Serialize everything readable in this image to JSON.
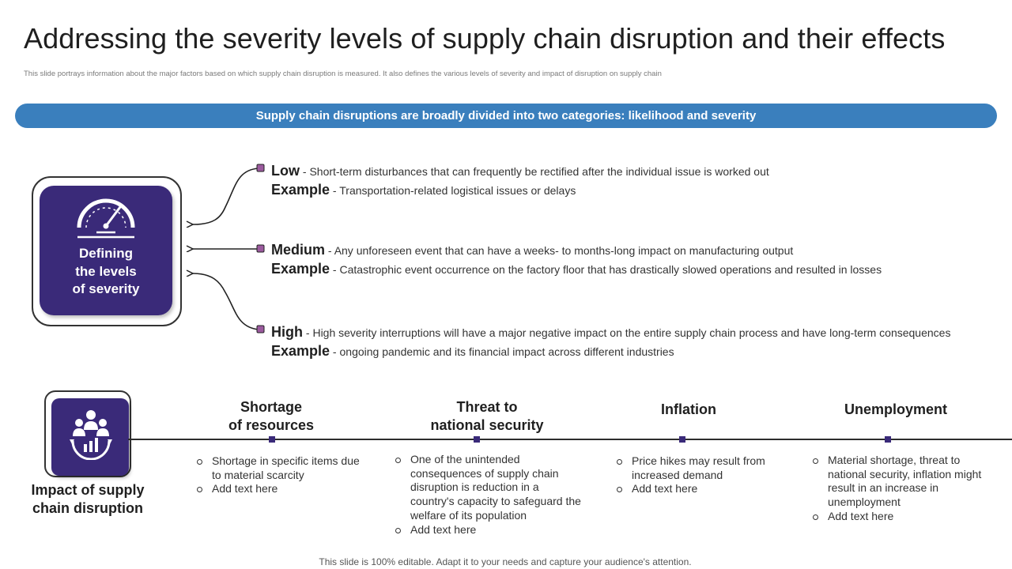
{
  "title": "Addressing the severity levels of supply chain disruption and their effects",
  "subtitle": "This slide portrays information about the major factors based on which supply chain disruption is measured. It also defines the various levels of severity and impact of disruption on supply chain",
  "banner": "Supply chain disruptions are broadly divided into two categories: likelihood and severity",
  "severity": {
    "label_lines": [
      "Defining",
      "the levels",
      "of severity"
    ],
    "icon": "gauge-icon",
    "levels": [
      {
        "name": "Low",
        "description": "Short-term disturbances that can frequently be rectified after the individual issue is worked out",
        "example_label": "Example",
        "example": "Transportation-related logistical issues or delays"
      },
      {
        "name": "Medium",
        "description": "Any unforeseen event that can have a weeks- to months-long impact on manufacturing output",
        "example_label": "Example",
        "example": "Catastrophic event occurrence on the factory floor that has drastically slowed operations and resulted in losses"
      },
      {
        "name": "High",
        "description": "High severity interruptions will have a major negative impact on the entire supply chain process and have long-term consequences",
        "example_label": "Example",
        "example": "ongoing pandemic and its financial impact across different industries"
      }
    ]
  },
  "impact": {
    "label_lines": [
      "Impact of supply",
      "chain disruption"
    ],
    "icon": "people-chart-icon",
    "categories": [
      {
        "title_lines": [
          "Shortage",
          "of resources"
        ],
        "bullets": [
          "Shortage in specific items due to material scarcity",
          "Add text here"
        ]
      },
      {
        "title_lines": [
          "Threat to",
          "national security"
        ],
        "bullets": [
          "One of the unintended consequences of supply chain disruption is reduction in a country's capacity to safeguard the welfare of its population",
          "Add text here"
        ]
      },
      {
        "title_lines": [
          "Inflation"
        ],
        "bullets": [
          "Price hikes may result from increased demand",
          "Add text here"
        ]
      },
      {
        "title_lines": [
          "Unemployment"
        ],
        "bullets": [
          "Material shortage, threat to national security, inflation might result in an increase in unemployment",
          "Add text here"
        ]
      }
    ]
  },
  "footer": "This slide is 100% editable. Adapt it to your needs and capture your audience's attention.",
  "colors": {
    "accent_blue": "#3a7fbd",
    "accent_purple": "#3a2a79",
    "marker_pink": "#9b5a9e"
  }
}
